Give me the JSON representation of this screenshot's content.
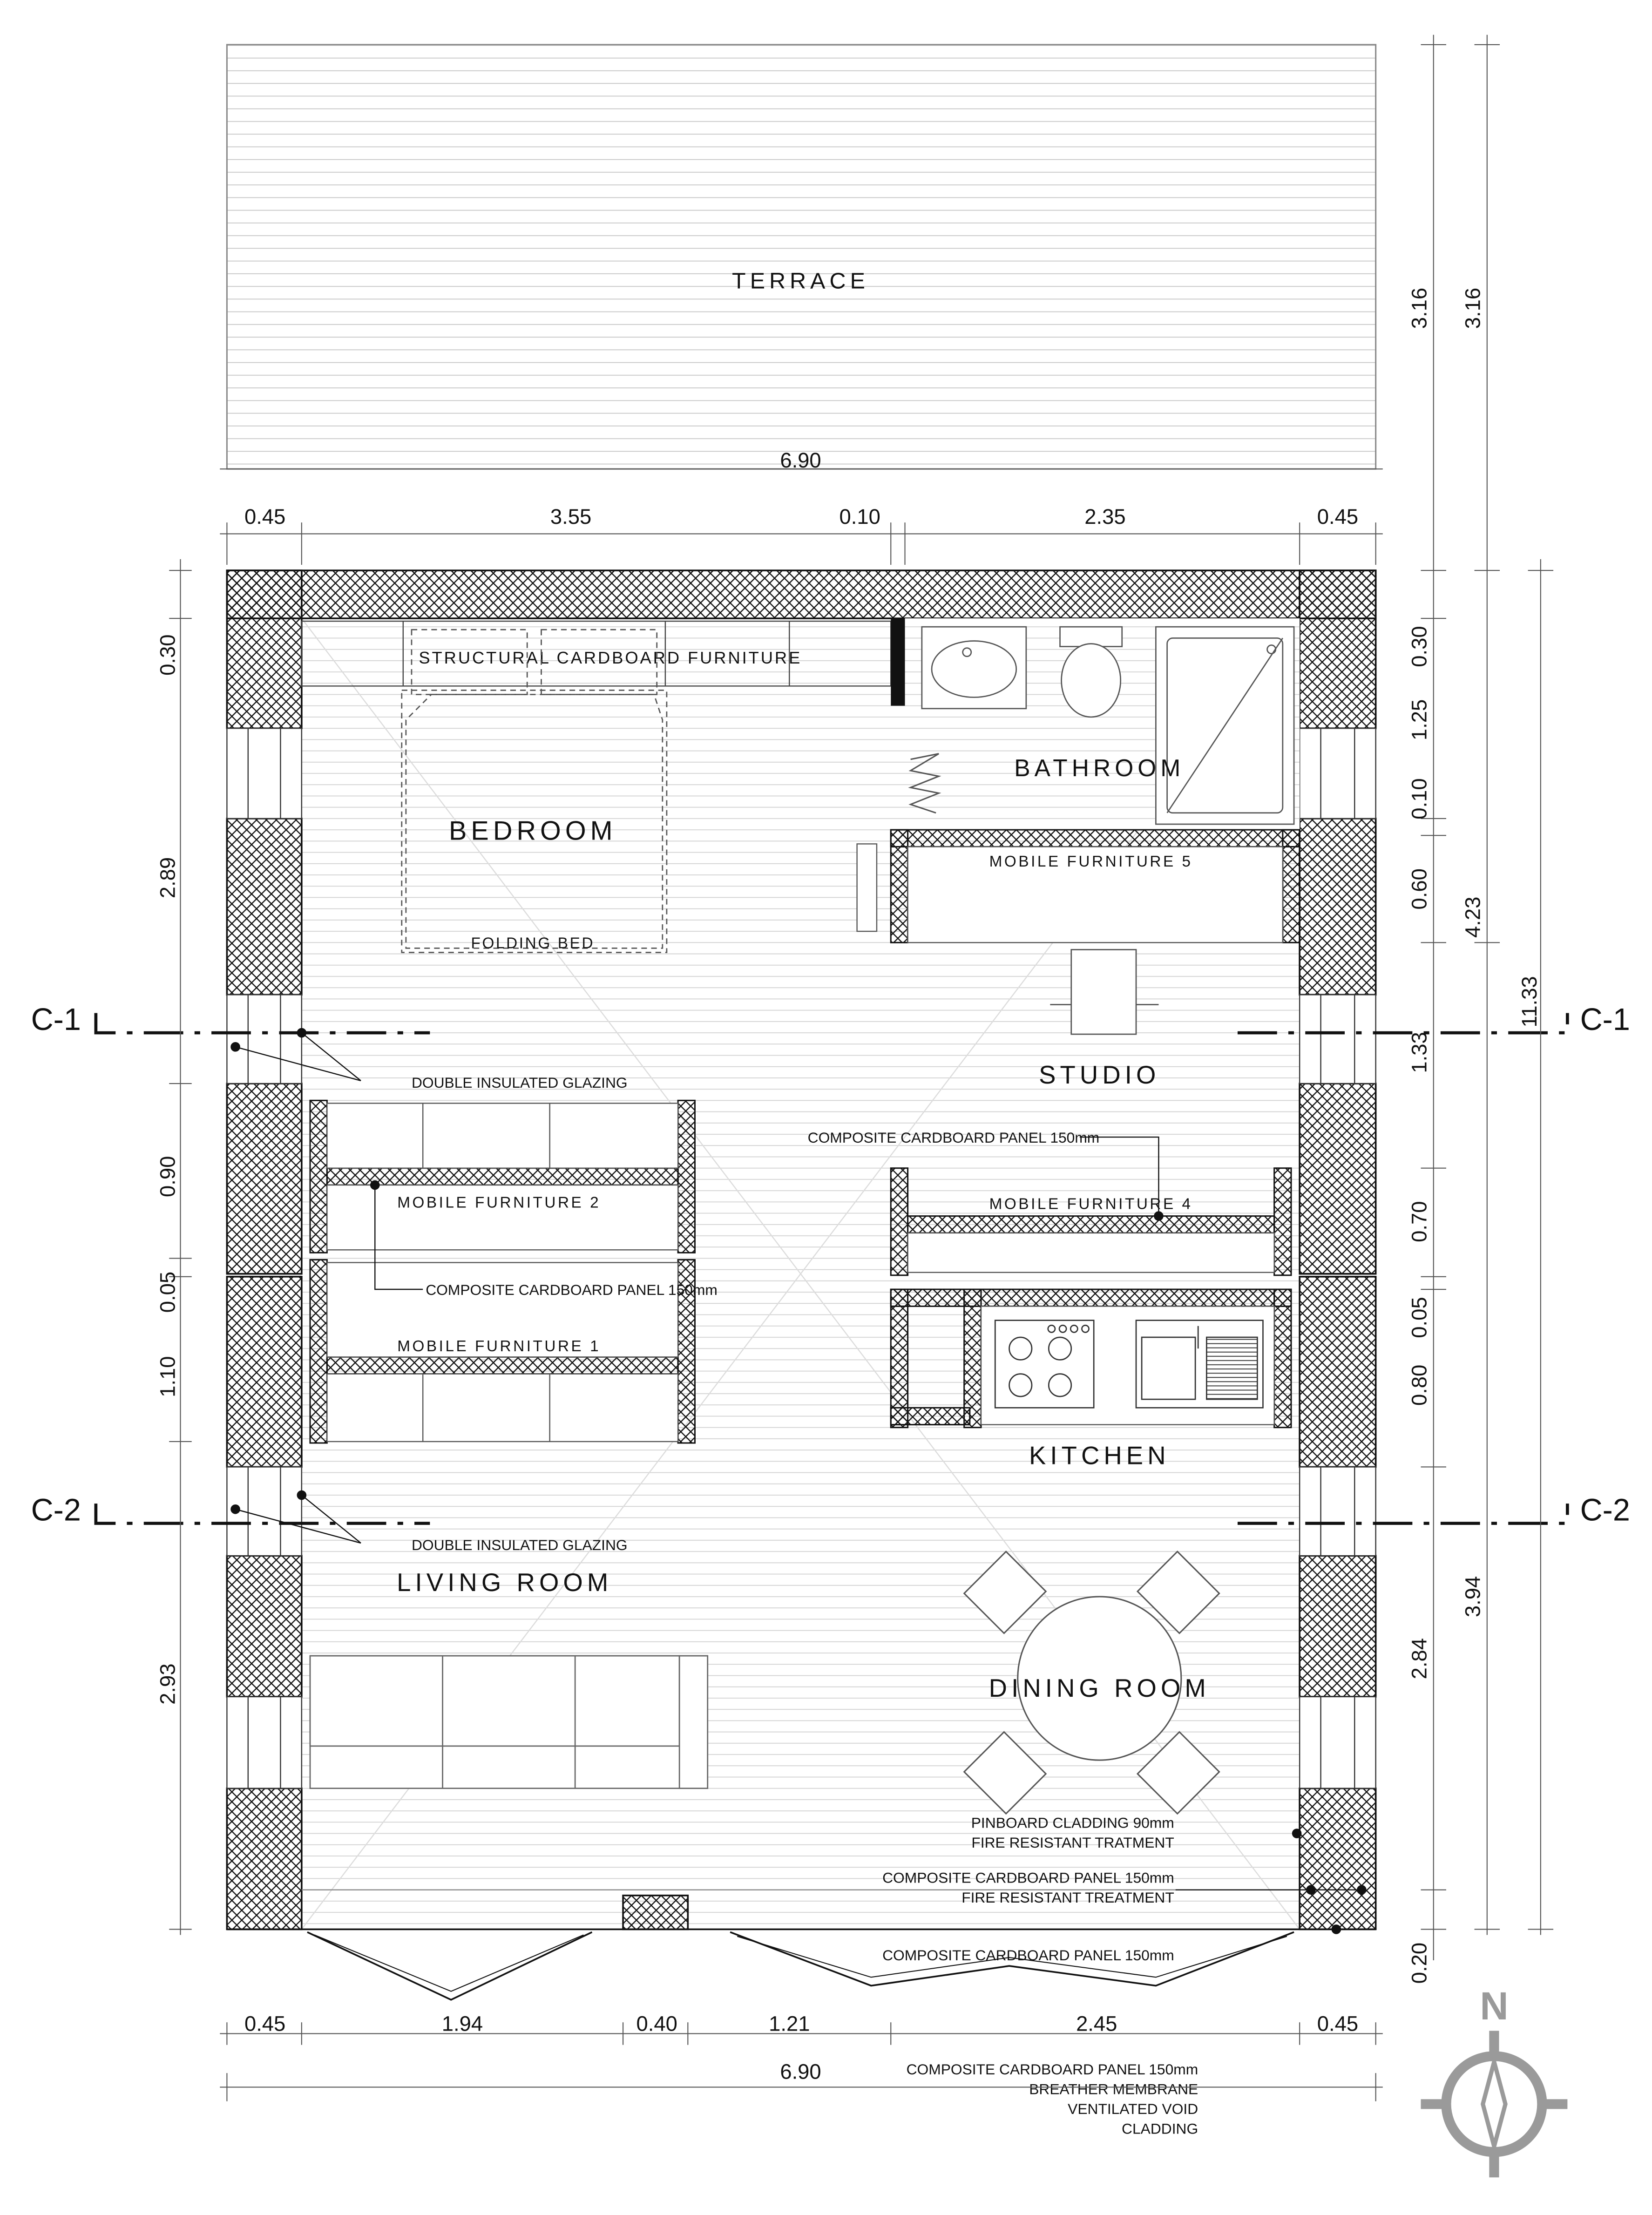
{
  "rooms": {
    "terrace": "TERRACE",
    "bedroom": "BEDROOM",
    "bathroom": "BATHROOM",
    "studio": "STUDIO",
    "kitchen": "KITCHEN",
    "living_room": "LIVING ROOM",
    "dining_room": "DINING ROOM"
  },
  "furniture": {
    "structural": "STRUCTURAL CARDBOARD FURNITURE",
    "folding_bed": "FOLDING BED",
    "mobile_1": "MOBILE FURNITURE 1",
    "mobile_2": "MOBILE FURNITURE 2",
    "mobile_4": "MOBILE FURNITURE 4",
    "mobile_5": "MOBILE FURNITURE 5"
  },
  "notes": {
    "glazing_1": "DOUBLE INSULATED GLAZING",
    "glazing_2": "DOUBLE INSULATED GLAZING",
    "panel_left": "COMPOSITE CARDBOARD PANEL 150mm",
    "panel_studio": "COMPOSITE CARDBOARD PANEL 150mm",
    "pinboard_1": "PINBOARD CLADDING 90mm",
    "pinboard_2": "FIRE RESISTANT TRATMENT",
    "panel_fire_1": "COMPOSITE CARDBOARD PANEL 150mm",
    "panel_fire_2": "FIRE RESISTANT TREATMENT",
    "panel_front": "COMPOSITE CARDBOARD PANEL 150mm",
    "layers": [
      "COMPOSITE CARDBOARD PANEL 150mm",
      "BREATHER MEMBRANE",
      "VENTILATED VOID",
      "CLADDING"
    ]
  },
  "sections": {
    "c1_left": "C-1",
    "c1_right": "C-1",
    "c2_left": "C-2",
    "c2_right": "C-2"
  },
  "dimensions": {
    "terrace_width": "6.90",
    "terrace_depth_1": "3.16",
    "terrace_depth_2": "3.16",
    "top_chain": [
      "0.45",
      "3.55",
      "0.10",
      "2.35",
      "0.45"
    ],
    "bottom_chain": [
      "0.45",
      "1.94",
      "0.40",
      "1.21",
      "2.45",
      "0.45"
    ],
    "bottom_total": "6.90",
    "left_chain": [
      "0.30",
      "2.89",
      "0.90",
      "0.05",
      "1.10",
      "2.93"
    ],
    "right_chain": [
      "0.30",
      "1.25",
      "0.10",
      "0.60",
      "1.33",
      "0.70",
      "0.05",
      "0.80",
      "2.84",
      "0.20"
    ],
    "right_sub_1": "4.23",
    "right_sub_2": "3.94",
    "right_total": "11.33"
  },
  "compass": {
    "north": "N"
  }
}
